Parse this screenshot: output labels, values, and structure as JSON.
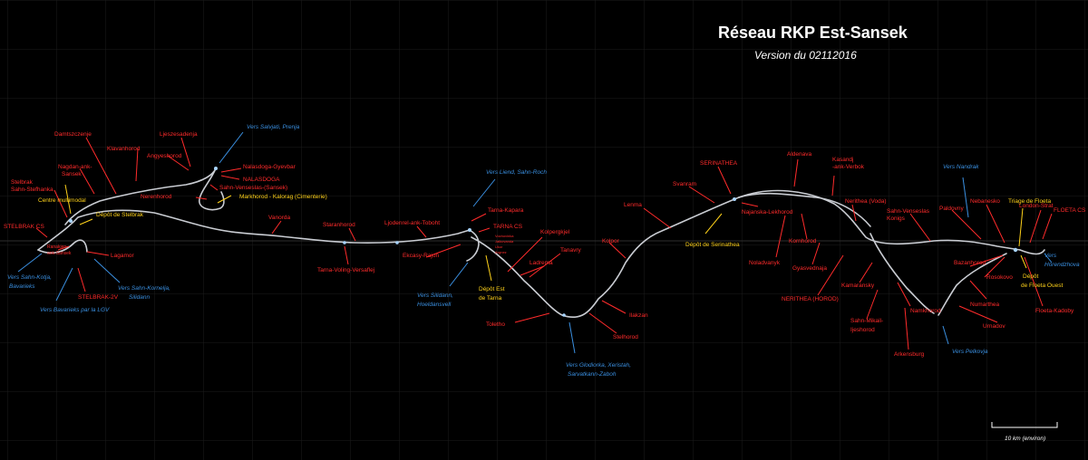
{
  "header": {
    "title": "Réseau RKP Est-Sansek",
    "version": "Version du 02112016"
  },
  "colors": {
    "background": "#000000",
    "grid": "#2b2b2b",
    "track": "#c9ccd2",
    "station": "#ff2b2b",
    "direction": "#3a8fe0",
    "depot": "#ffd21a"
  },
  "map": {
    "stations": {
      "damtszczenje": "Damtszczenje",
      "ljeszesadenja": "Ljeszesadenja",
      "klavanhorod": "Klavanhorod",
      "angyeshorod": "Angyeshorod",
      "nagdan": "Nagdan-ank-",
      "nagdan_2": "Sansek",
      "nalasdoga_gyevbar": "Nalasdoga-Gyevbar",
      "nalasdoga": "NALASDOGA",
      "sahn_venseslas_sansek": "Sahn-Venseslas-(Sansek)",
      "stelbrak_1": "Stelbrak",
      "stelbrak_2": "Sahn-Stefhanka",
      "nerenhorod": "Nerenhorod",
      "stelbrak_cs": "STELBRAK CS",
      "ranakjen_1": "Ranakjen-",
      "ranakjen_2": "ank-Sansek",
      "vanorda": "Vanorda",
      "lagamor": "Lagamor",
      "stelbrak_2v": "STELBRAK-2V",
      "staranhorod": "Staranhorod",
      "tarna_voling": "Tarna-Voling-Versaflej",
      "ljodenrel": "Ljodenrel-ank-Toboht",
      "tarna_kapara": "Tarna-Kapara",
      "tarna_cs": "TARNA CS",
      "tarna_small_1": "Vochovinka",
      "tarna_small_2": "Jalkovanda",
      "tarna_small_3": "Ukor",
      "tarna_small_4": "Argnez",
      "ekcasy_rajon": "Ekcasy-Rajon",
      "kolpergkjel": "Kolpergkjel",
      "tanavry": "Tanavry",
      "ladrema": "Ladrema",
      "lenma": "Lenma",
      "kolpor": "Kolpor",
      "toletho": "Toletho",
      "ilakzan": "Ilakzan",
      "stelhorod": "Stelhorod",
      "serinathea": "SERINATHEA",
      "svanram": "Svanram",
      "najanska": "Najanska-Lekhorod",
      "aldenava": "Aldenava",
      "kasandj_1": "Kasandj",
      "kasandj_2": "-ank-Verbok",
      "nerithea_voda": "Nerithea (Voda)",
      "sahn_venseslas_konigs_1": "Sahn-Venseslas",
      "sahn_venseslas_konigs_2": "Konigs",
      "kornhorod": "Kornhorod",
      "noladvanyk": "Noladvanyk",
      "gyasvednaja": "Gyasvednaja",
      "kamaransky": "Kamaransky",
      "nerithea_horod": "NERITHEA (HOROD)",
      "namkhorod": "Namkhorod",
      "sahn_mikail_1": "Sahn-Mikail-",
      "sahn_mikail_2": "Ijeshorod",
      "arkensburg": "Arkensburg",
      "paldovny": "Paldovny",
      "nebanesko": "Nebanesko",
      "london_strat": "London-Strat",
      "floeta_cs": "FLOETA CS",
      "bazanhorod": "Bazanhorod",
      "rosokovo": "Rosokovo",
      "numarthea": "Numarthea",
      "urnadov": "Urnadov",
      "floeta_kadoby": "Floeta-Kadoby"
    },
    "directions": {
      "salvjati": "Vers Salvjati, Prenja",
      "liend": "Vers Liend, Sahn-Roch",
      "sahn_kotja_1": "Vers Sahn-Kotja,",
      "sahn_kotja_2": "Bavarieks",
      "bavarieks_lgv": "Vers Bavarieks par la LGV",
      "sahn_kornelja_1": "Vers Sahn-Kornelja,",
      "sahn_kornelja_2": "Silidann",
      "silidann_1": "Vers Silidann,",
      "silidann_2": "Hoeldansvell",
      "glodiorka_1": "Vers Glodiorka, Xeristah,",
      "glodiorka_2": "Sarvatkann-Zaboh",
      "nandrak": "Vers Nandrak",
      "horendzhova_1": "Vers",
      "horendzhova_2": "Horendzhova",
      "pelkovja": "Vers Pelkovja"
    },
    "depots": {
      "centre_multimodal": "Centre multimodal",
      "depot_stelbrak": "Dépôt de Stelbrak",
      "markhorod": "Markhorod - Kalorag (Cimenterie)",
      "depot_tarna_1": "Dépôt Est",
      "depot_tarna_2": "de Tarna",
      "depot_serinathea": "Dépôt de Serinathea",
      "triage_floeta": "Triage de Floeta",
      "depot_floeta_1": "Dépôt",
      "depot_floeta_2": "de Floeta Ouest"
    },
    "scale_label": "10 km (environ)"
  }
}
